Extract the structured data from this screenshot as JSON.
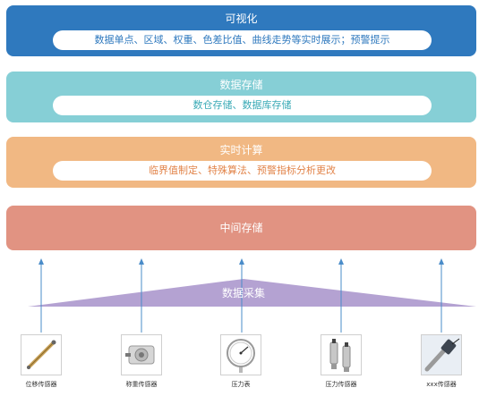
{
  "layers": {
    "visualization": {
      "title": "可视化",
      "detail": "数据单点、区域、权重、色差比值、曲线走势等实时展示；预警提示"
    },
    "storage": {
      "title": "数据存储",
      "detail": "数仓存储、数据库存储"
    },
    "compute": {
      "title": "实时计算",
      "detail": "临界值制定、特殊算法、预警指标分析更改"
    },
    "middle": {
      "title": "中间存储"
    },
    "collection": {
      "title": "数据采集"
    }
  },
  "sensors": [
    {
      "label": "位移传感器",
      "icon": "displacement-sensor-icon"
    },
    {
      "label": "称重传感器",
      "icon": "load-cell-icon"
    },
    {
      "label": "压力表",
      "icon": "pressure-gauge-icon"
    },
    {
      "label": "压力传感器",
      "icon": "pressure-sensor-icon"
    },
    {
      "label": "xxx传感器",
      "icon": "generic-sensor-icon"
    }
  ],
  "colors": {
    "visualization": "#2f79be",
    "storage": "#86cfd6",
    "compute": "#f1b883",
    "middle": "#e19382",
    "collection": "#b4a2d2",
    "arrow": "#4a8cc9"
  }
}
